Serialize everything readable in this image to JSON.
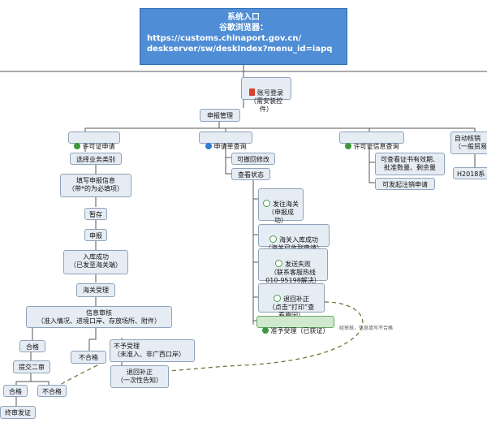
{
  "root": {
    "title": "系统入口",
    "line1": "谷歌浏览器：",
    "line2": "https://customs.chinaport.gov.cn/",
    "line3": "deskserver/sw/deskIndex?menu_id=iapq"
  },
  "nodes": {
    "login": "账号登录\n（需安装控件）",
    "declare_mgmt": "申报管理",
    "permit_apply": "许可证申请",
    "apply_query": "申请单查询",
    "permit_info_query": "许可证信息查询",
    "auto_verify": "自动核销\n（一般贸易",
    "h2018": "H2018系",
    "select_type": "选择业务类别",
    "fill_info": "填写申报信息\n（带*的为必填项）",
    "save": "暂存",
    "submit": "申报",
    "storage_ok": "入库成功\n（已发至海关端）",
    "customs_accept": "海关受理",
    "info_review": "信息审核\n（准入情况、进境口岸、存放场所、附件）",
    "pass1": "合格",
    "fail1": "不合格",
    "reject_accept": "不予受理\n（未准入、非广西口岸）",
    "return_fix1": "退回补正\n（一次性告知）",
    "second_review": "提交二审",
    "pass2": "合格",
    "fail2": "不合格",
    "final_issue": "终审发证",
    "withdraw": "可撤回修改",
    "view_status": "查看状态",
    "sent_customs": "发往海关\n（申报成\n功）",
    "customs_storage": "海关入库成功\n（海关已收到申请）",
    "send_fail": "发送失败\n（联系客服热线\n010-95198解决）",
    "return_fix2": "退回补正\n（点击“打印”查\n看原因）",
    "reject2": "准予受理（已获证）",
    "view_cert": "可查看证书有效期、\n批准数量、剩余量",
    "apply_cancel": "可发起注销申请"
  },
  "note": "经审核，信息填写不合格"
}
